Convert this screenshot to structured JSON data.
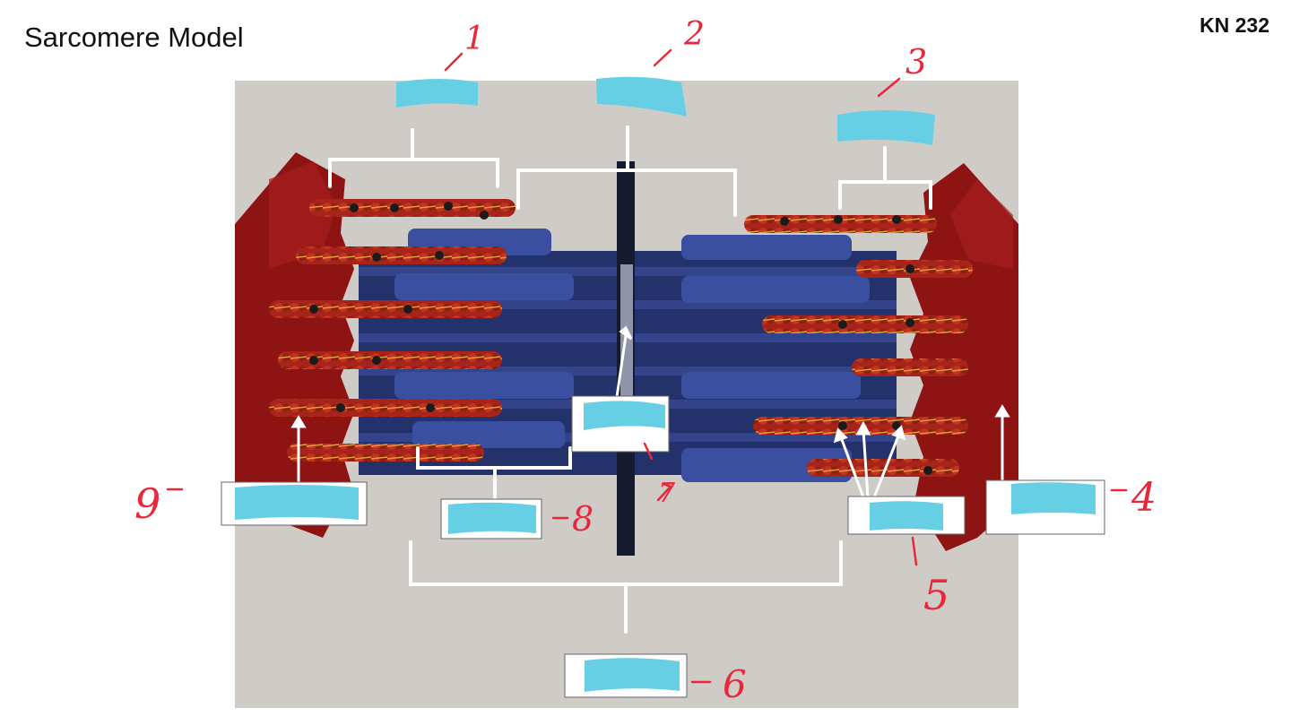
{
  "header": {
    "title": "Sarcomere Model",
    "course_code": "KN 232"
  },
  "labels": {
    "n1": "1",
    "n2": "2",
    "n3": "3",
    "n4_right": "4",
    "n5": "5",
    "n6": "6",
    "n7": "7",
    "n8": "8",
    "n9_left": "9"
  },
  "colors": {
    "background_photo": "#cfcbc7",
    "z_disc": "#8e1414",
    "actin": "#b3261a",
    "myosin": "#2a3a78",
    "m_line": "#151a2e",
    "redaction": "#66cfe3",
    "annotation_ink": "#e8283a",
    "bracket": "#ffffff"
  }
}
